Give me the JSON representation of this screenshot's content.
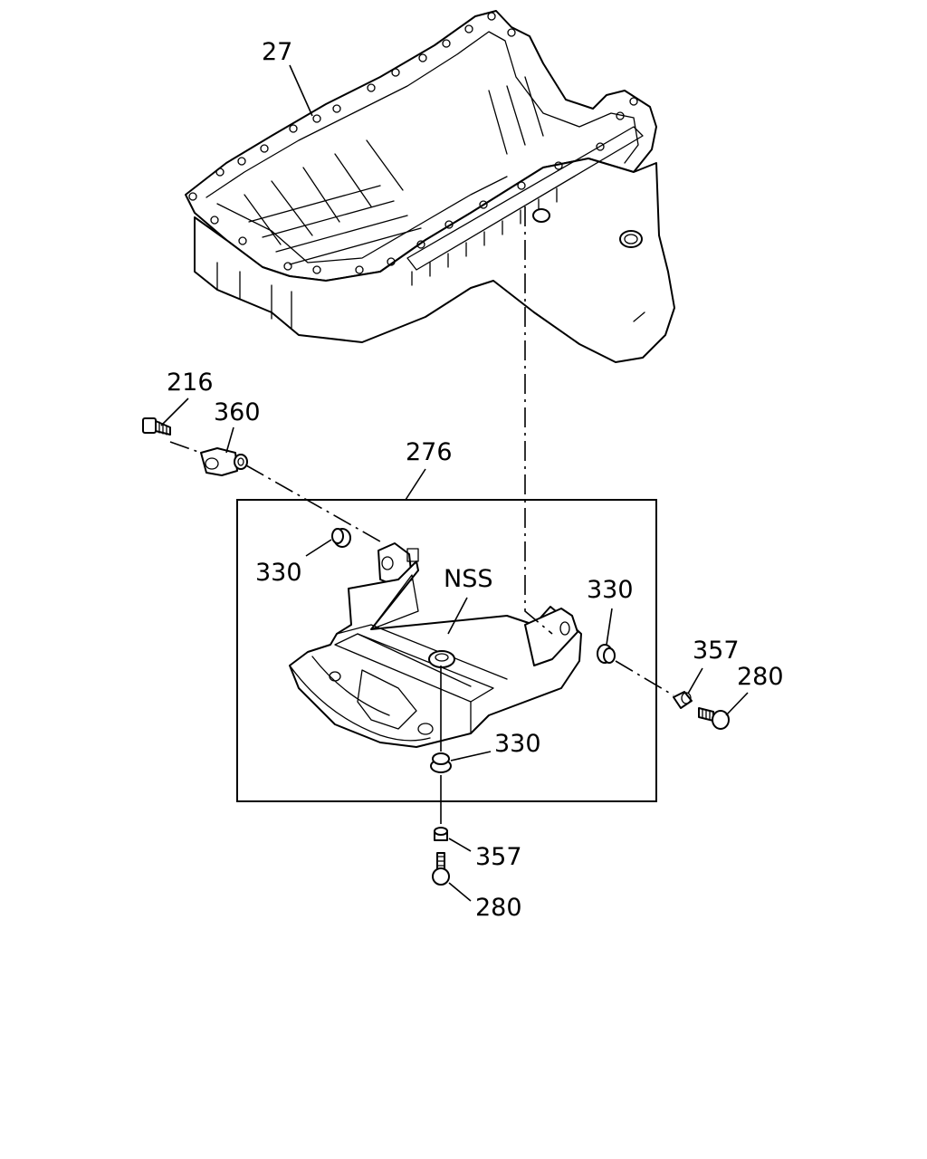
{
  "diagram": {
    "labels": {
      "oil_pan": "27",
      "bolt_top": "216",
      "bracket": "360",
      "assembly": "276",
      "grommet_left": "330",
      "nss": "NSS",
      "grommet_right": "330",
      "collar_right": "357",
      "bolt_right": "280",
      "grommet_bottom": "330",
      "collar_bottom": "357",
      "bolt_bottom": "280"
    }
  }
}
